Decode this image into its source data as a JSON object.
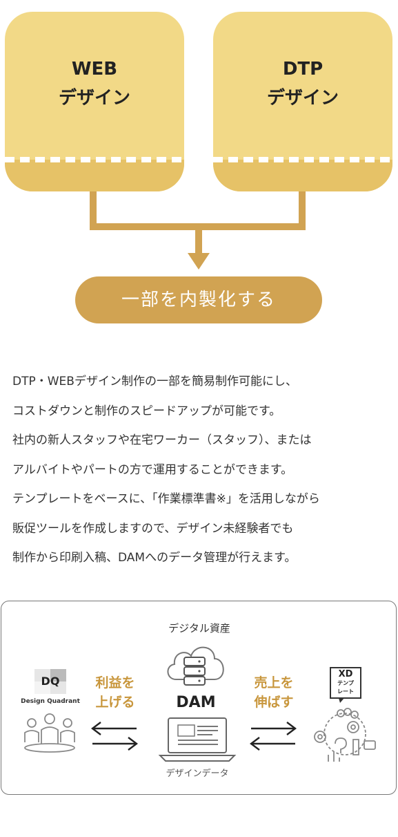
{
  "cards": [
    {
      "line1": "WEB",
      "line2": "デザイン"
    },
    {
      "line1": "DTP",
      "line2": "デザイン"
    }
  ],
  "result_label": "一部を内製化する",
  "description": [
    "DTP・WEBデザイン制作の一部を簡易制作可能にし、",
    "コストダウンと制作のスピードアップが可能です。",
    "社内の新人スタッフや在宅ワーカー（スタッフ）、または",
    "アルバイトやパートの方で運用することができます。",
    "テンプレートをベースに、「作業標準書※」を活用しながら",
    "販促ツールを作成しますので、デザイン未経験者でも",
    "制作から印刷入稿、DAMへのデータ管理が行えます。"
  ],
  "diagram": {
    "top_label": "デジタル資産",
    "center_label": "DAM",
    "bottom_label": "デザインデータ",
    "left_badge": "DQ",
    "left_caption": "Design Quadrant",
    "left_action_1": "利益を",
    "left_action_2": "上げる",
    "right_action_1": "売上を",
    "right_action_2": "伸ばす",
    "right_badge_1": "XD",
    "right_badge_2": "テンプ",
    "right_badge_3": "レート",
    "colors": {
      "gold": "#c8963c",
      "gray": "#777777"
    }
  }
}
